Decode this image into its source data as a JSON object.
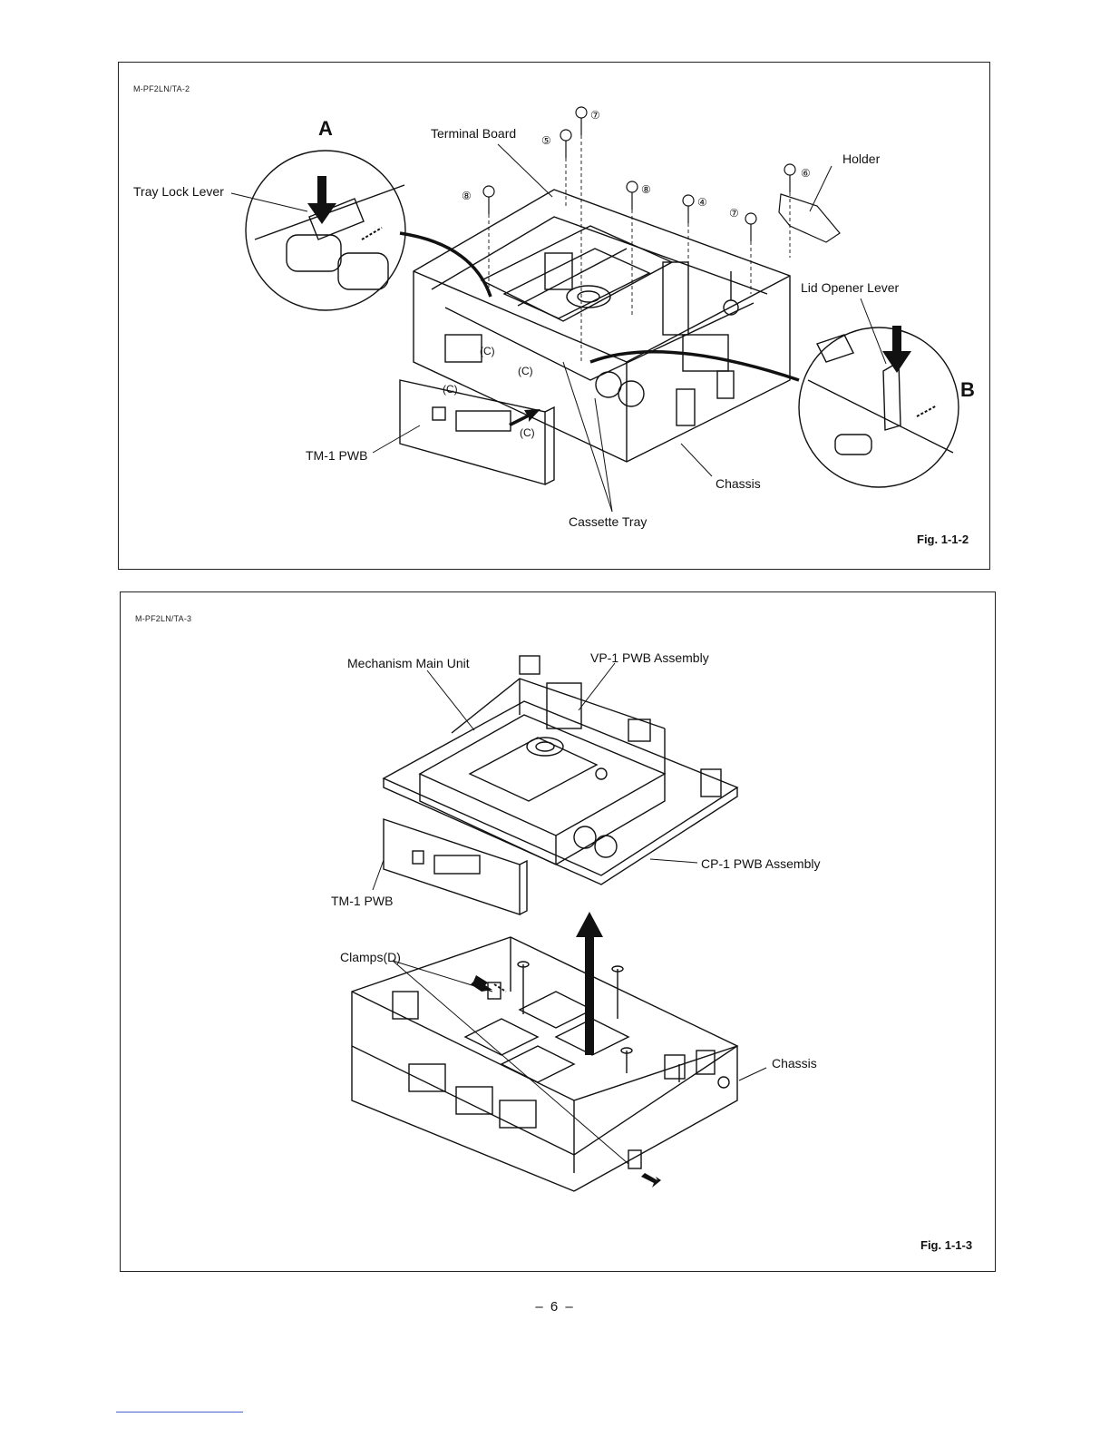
{
  "figure_top": {
    "code": "M-PF2LN/TA-2",
    "caption": "Fig. 1-1-2",
    "callout_a": "A",
    "callout_b": "B",
    "labels": {
      "terminal_board": "Terminal Board",
      "holder": "Holder",
      "tray_lock_lever": "Tray Lock Lever",
      "lid_opener_lever": "Lid Opener Lever",
      "tm1_pwb": "TM-1 PWB",
      "chassis": "Chassis",
      "cassette_tray": "Cassette Tray"
    },
    "screws": [
      "⑦",
      "⑤",
      "⑧",
      "⑧",
      "④",
      "⑦",
      "⑥"
    ],
    "clips": [
      "(C)",
      "(C)",
      "(C)",
      "(C)"
    ]
  },
  "figure_bottom": {
    "code": "M-PF2LN/TA-3",
    "caption": "Fig. 1-1-3",
    "labels": {
      "mechanism_main_unit": "Mechanism Main Unit",
      "vp1_pwb_assembly": "VP-1 PWB Assembly",
      "cp1_pwb_assembly": "CP-1 PWB Assembly",
      "tm1_pwb": "TM-1 PWB",
      "clamps": "Clamps(D)",
      "chassis": "Chassis"
    }
  },
  "page_number": "– 6 –"
}
